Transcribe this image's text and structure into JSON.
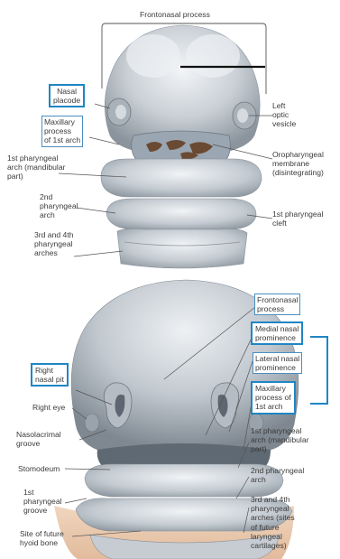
{
  "top_panel": {
    "frontonasal_process": "Frontonasal process",
    "nasal_placode": "Nasal\nplacode",
    "maxillary_process": "Maxillary\nprocess\nof 1st arch",
    "first_pharyngeal_arch": "1st pharyngeal\narch (mandibular\npart)",
    "second_pharyngeal_arch": "2nd\npharyngeal\narch",
    "third_fourth_arches": "3rd and 4th\npharyngeal\narches",
    "left_optic_vesicle": "Left\noptic\nvesicle",
    "oropharyngeal_membrane": "Oropharyngeal\nmembrane\n(disintegrating)",
    "first_pharyngeal_cleft": "1st pharyngeal\ncleft"
  },
  "bottom_panel": {
    "frontonasal_process": "Frontonasal\nprocess",
    "medial_nasal_prominence": "Medial nasal\nprominence",
    "lateral_nasal_prominence": "Lateral nasal\nprominence",
    "maxillary_process": "Maxillary\nprocess of\n1st arch",
    "right_nasal_pit": "Right\nnasal pit",
    "right_eye": "Right eye",
    "nasolacrimal_groove": "Nasolacrimal\ngroove",
    "stomodeum": "Stomodeum",
    "first_pharyngeal_groove": "1st\npharyngeal\ngroove",
    "hyoid_bone_site": "Site of future\nhyoid bone",
    "first_pharyngeal_arch": "1st pharyngeal\narch (mandibular\npart)",
    "second_pharyngeal_arch": "2nd pharyngeal\narch",
    "third_fourth_arches": "3rd and 4th\npharyngeal\narches (sites\nof future\nlaryngeal\ncartilages)"
  },
  "colors": {
    "tissue_light": "#e6e9ec",
    "tissue_mid": "#b9c0c7",
    "tissue_dark": "#7e8790",
    "membrane": "#6a4a32",
    "background_lower": "#e9c9ae",
    "box_accent": "#1f86c4"
  }
}
